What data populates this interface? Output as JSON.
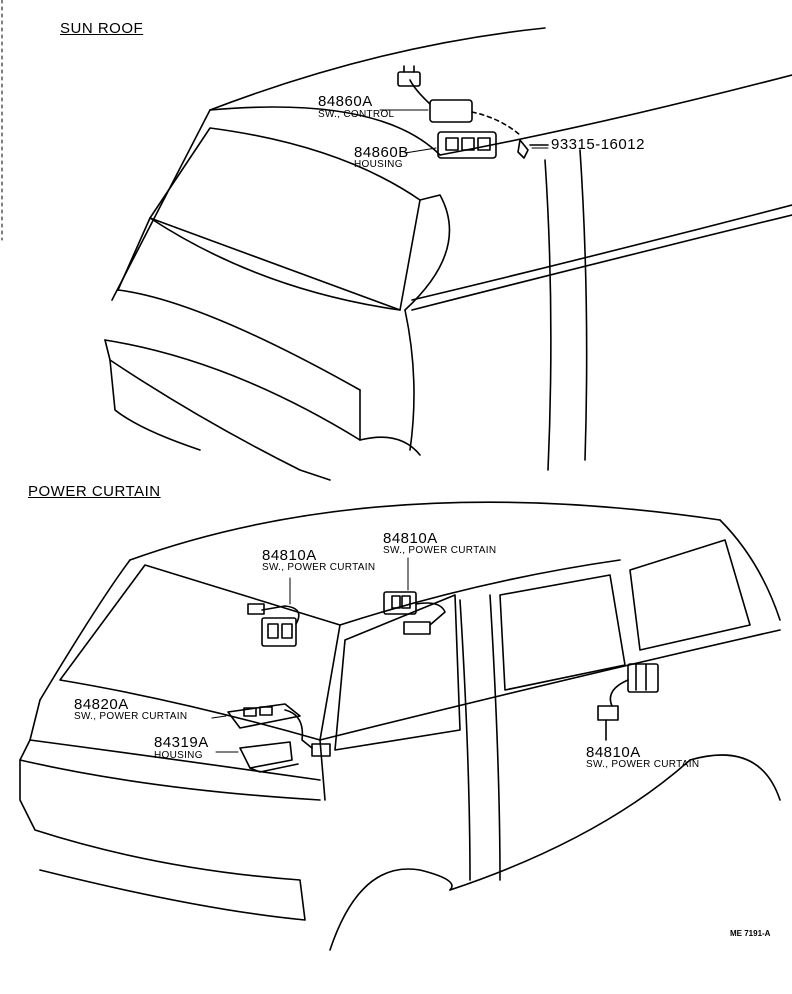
{
  "sections": {
    "sun_roof": "SUN ROOF",
    "power_curtain": "POWER CURTAIN"
  },
  "sun_roof_parts": [
    {
      "part_no": "84860A",
      "desc": "SW., CONTROL"
    },
    {
      "part_no": "84860B",
      "desc": "HOUSING"
    },
    {
      "part_no": "93315-16012",
      "desc": ""
    }
  ],
  "power_curtain_parts": [
    {
      "part_no": "84810A",
      "desc": "SW., POWER CURTAIN"
    },
    {
      "part_no": "84810A",
      "desc": "SW., POWER CURTAIN"
    },
    {
      "part_no": "84820A",
      "desc": "SW., POWER CURTAIN"
    },
    {
      "part_no": "84319A",
      "desc": "HOUSING"
    },
    {
      "part_no": "84810A",
      "desc": "SW., POWER CURTAIN"
    }
  ],
  "figure_ref": "ME 7191-A"
}
